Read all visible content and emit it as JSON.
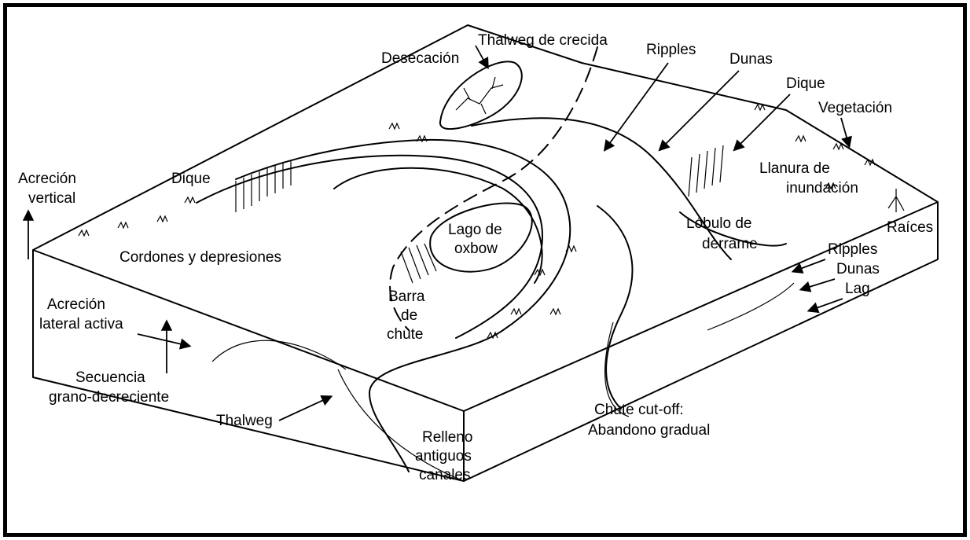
{
  "labels": {
    "thalweg_crecida": "Thalweg de crecida",
    "desecacion": "Desecación",
    "ripples_top": "Ripples",
    "dunas_top": "Dunas",
    "dique_right": "Dique",
    "vegetacion": "Vegetación",
    "acrecion_vertical_1": "Acreción",
    "acrecion_vertical_2": "vertical",
    "dique_left": "Dique",
    "llanura_1": "Llanura de",
    "llanura_2": "inundación",
    "raices": "Raíces",
    "lago_1": "Lago de",
    "lago_2": "oxbow",
    "lobulo_1": "Lóbulo de",
    "lobulo_2": "derrame",
    "cordones": "Cordones y depresiones",
    "ripples_side": "Ripples",
    "dunas_side": "Dunas",
    "lag": "Lag",
    "acrecion_lateral_1": "Acreción",
    "acrecion_lateral_2": "lateral activa",
    "barra_1": "Barra",
    "barra_2": "de",
    "barra_3": "chute",
    "secuencia_1": "Secuencia",
    "secuencia_2": "grano-decreciente",
    "thalweg": "Thalweg",
    "chute_cutoff_1": "Chute cut-off:",
    "chute_cutoff_2": "Abandono gradual",
    "relleno_1": "Relleno",
    "relleno_2": "antiguos",
    "relleno_3": "canales"
  },
  "icons": {
    "arrow": "arrow-icon",
    "vegetation": "vegetation-tuft-icon",
    "roots": "roots-icon"
  },
  "colors": {
    "ink": "#000000",
    "paper": "#ffffff"
  }
}
